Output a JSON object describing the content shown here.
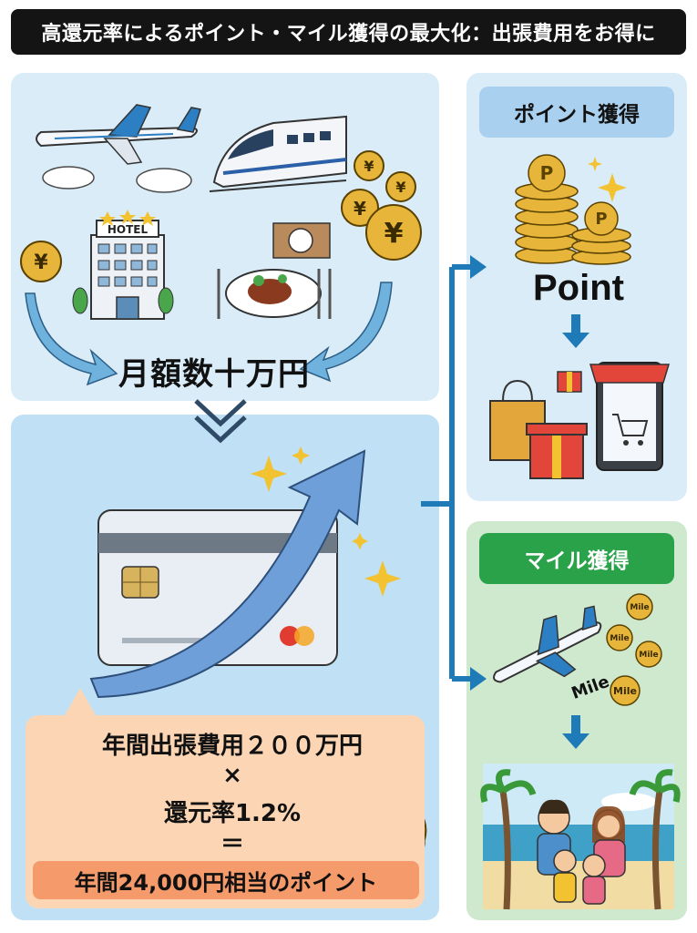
{
  "title": "高還元率によるポイント・マイル獲得の最大化：出張費用をお得に",
  "expenses": {
    "monthly_label": "月額数十万円",
    "hotel_sign": "HOTEL",
    "yen_symbol": "¥"
  },
  "calculation": {
    "line1": "年間出張費用２００万円",
    "times": "×",
    "line2": "還元率1.2%",
    "equals": "＝",
    "result": "年間24,000円相当のポイント"
  },
  "points_panel": {
    "label": "ポイント獲得",
    "word": "Point",
    "coin_letter": "P"
  },
  "miles_panel": {
    "label": "マイル獲得",
    "coin_text": "Mile",
    "plane_text": "Mile"
  },
  "colors": {
    "title_bg": "#141414",
    "top_panel": "#d9ecf8",
    "card_panel": "#bfe0f5",
    "point_pill": "#a9d1ef",
    "mile_panel": "#cfe9cf",
    "mile_pill": "#2aa24a",
    "calc_box": "#fcd6b4",
    "calc_result": "#f59a6b",
    "flow_arrow": "#1f7bb8",
    "coin": "#e6b53a"
  }
}
